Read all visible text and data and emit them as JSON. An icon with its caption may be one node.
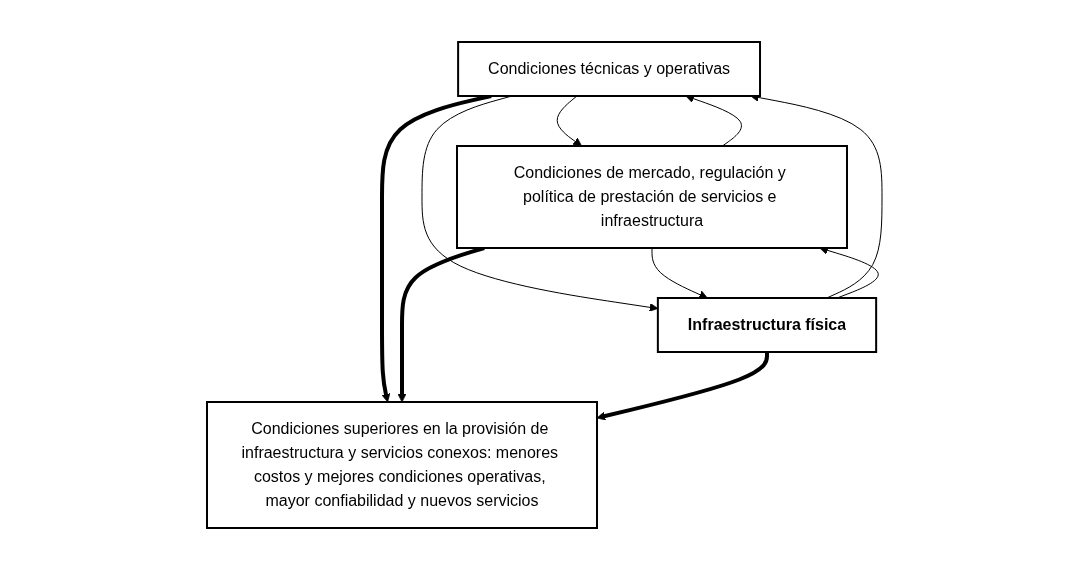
{
  "diagram": {
    "nodes": [
      {
        "text": [
          "Condiciones técnicas y operativas"
        ]
      },
      {
        "text": [
          "Condiciones de mercado, regulación y política de prestación de servicios e infraestructura"
        ]
      },
      {
        "text": [
          "Condiciones superiores en la provisión de infraestructura y servicios conexos: menores costos y mejores condiciones operativas, mayor confiabilidad y nuevos servicios"
        ]
      },
      {
        "text": [
          "Infraestructura física"
        ]
      }
    ],
    "edges": [
      {
        "from": 0,
        "to": 1,
        "arrow": "to"
      },
      {
        "from": 1,
        "to": 0,
        "arrow": "to"
      },
      {
        "from": 0,
        "to": 2,
        "arrow": "to",
        "style": "thick"
      },
      {
        "from": 1,
        "to": 2,
        "arrow": "to",
        "style": "thick"
      },
      {
        "from": 3,
        "to": 2,
        "arrow": "to",
        "style": "thick"
      },
      {
        "from": 0,
        "to": 3,
        "arrow": "to"
      },
      {
        "from": 3,
        "to": 0,
        "arrow": "to"
      },
      {
        "from": 1,
        "to": 3,
        "arrow": "to"
      },
      {
        "from": 3,
        "to": 1,
        "arrow": "to"
      }
    ]
  }
}
